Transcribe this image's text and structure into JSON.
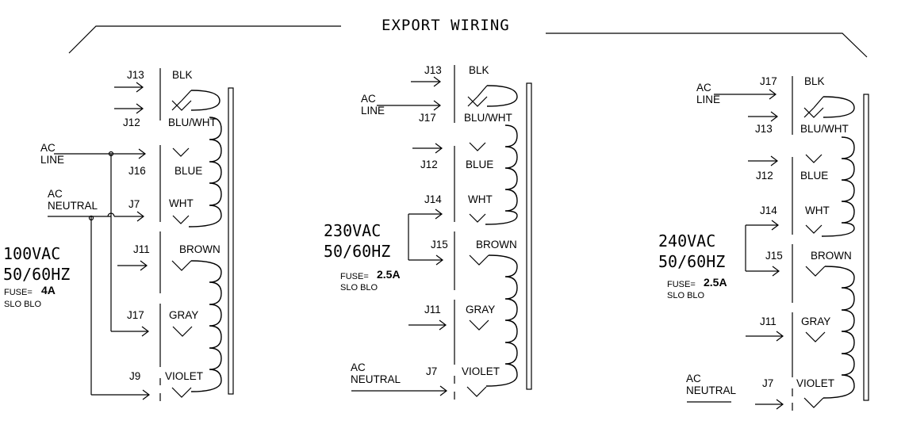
{
  "title": "EXPORT WIRING",
  "diagrams": [
    {
      "voltage": "100VAC",
      "freq": "50/60HZ",
      "fuse_label": "FUSE=",
      "fuse_value": "4A",
      "fuse_type": "SLO BLO",
      "line_label_1": "AC",
      "line_label_2": "LINE",
      "neutral_label_1": "AC",
      "neutral_label_2": "NEUTRAL",
      "jumpers": [
        "J13",
        "J12",
        "J16",
        "J7",
        "J11",
        "J17",
        "J9"
      ],
      "wires": [
        "BLK",
        "BLU/WHT",
        "BLUE",
        "WHT",
        "BROWN",
        "GRAY",
        "VIOLET"
      ]
    },
    {
      "voltage": "230VAC",
      "freq": "50/60HZ",
      "fuse_label": "FUSE=",
      "fuse_value": "2.5A",
      "fuse_type": "SLO BLO",
      "line_label_1": "AC",
      "line_label_2": "LINE",
      "neutral_label_1": "AC",
      "neutral_label_2": "NEUTRAL",
      "jumpers": [
        "J13",
        "J17",
        "J12",
        "J14",
        "J15",
        "J11",
        "J7"
      ],
      "wires": [
        "BLK",
        "BLU/WHT",
        "BLUE",
        "WHT",
        "BROWN",
        "GRAY",
        "VIOLET"
      ]
    },
    {
      "voltage": "240VAC",
      "freq": "50/60HZ",
      "fuse_label": "FUSE=",
      "fuse_value": "2.5A",
      "fuse_type": "SLO BLO",
      "line_label_1": "AC",
      "line_label_2": "LINE",
      "neutral_label_1": "AC",
      "neutral_label_2": "NEUTRAL",
      "jumpers": [
        "J17",
        "J13",
        "J12",
        "J14",
        "J15",
        "J11",
        "J7"
      ],
      "wires": [
        "BLK",
        "BLU/WHT",
        "BLUE",
        "WHT",
        "BROWN",
        "GRAY",
        "VIOLET"
      ]
    }
  ]
}
